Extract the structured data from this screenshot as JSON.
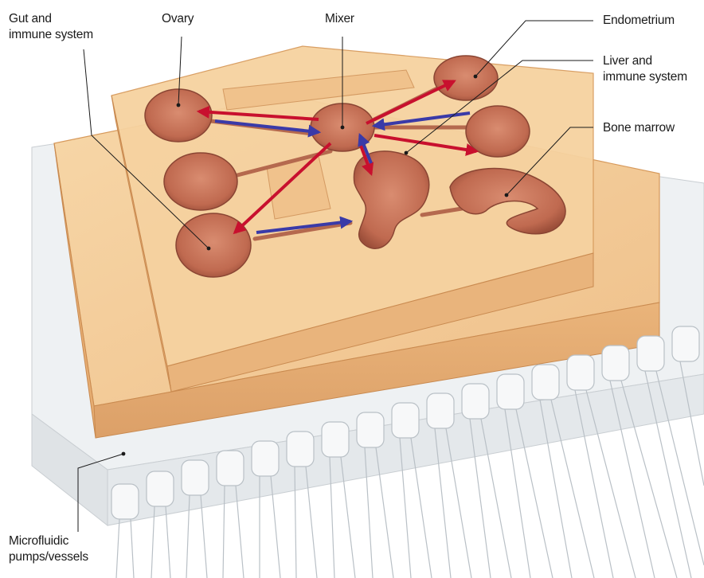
{
  "labels": {
    "gut_immune": [
      "Gut and",
      "immune system"
    ],
    "ovary": "Ovary",
    "mixer": "Mixer",
    "endometrium": "Endometrium",
    "liver_immune": [
      "Liver and",
      "immune system"
    ],
    "bone_marrow": "Bone marrow",
    "pumps": [
      "Microfluidic",
      "pumps/vessels"
    ]
  },
  "colors": {
    "tissue": "#c8735a",
    "chip": "#f2c894",
    "chip_side": "#e2aa70",
    "arrow_out": "#c8102e",
    "arrow_in": "#3a3aa8",
    "base": "#eef1f3"
  }
}
